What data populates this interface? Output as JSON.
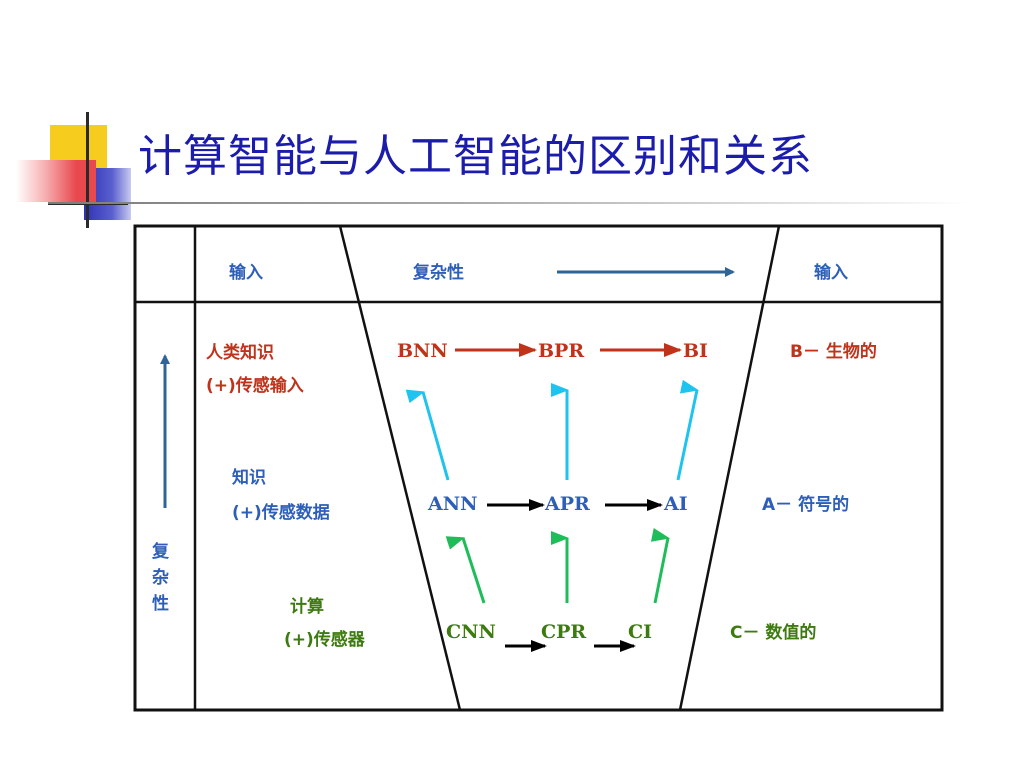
{
  "slide": {
    "title": "计算智能与人工智能的区别和关系"
  },
  "colors": {
    "title": "#1c1cac",
    "frame": "#111111",
    "header_arrow": "#2e6496",
    "bio": "#c0321a",
    "symbolic": "#2e5fb8",
    "numeric": "#3d7b10",
    "cyan_arrow": "#1ec3ef",
    "green_arrow": "#1fbd5a",
    "deco_yellow": "#f6cc1f",
    "deco_blue": "#2e32b4",
    "deco_red": "#e8494f"
  },
  "header": {
    "input_left": "输入",
    "complexity": "复杂性",
    "input_right": "输入"
  },
  "side_axis": {
    "label": "复杂性"
  },
  "rows": {
    "bio": {
      "input_line1": "人类知识",
      "input_line2": "(+)传感输入",
      "nodes": [
        "BNN",
        "BPR",
        "BI"
      ],
      "type_label": "B－ 生物的"
    },
    "symbolic": {
      "input_line1": "知识",
      "input_line2": "(+)传感数据",
      "nodes": [
        "ANN",
        "APR",
        "AI"
      ],
      "type_label": "A－ 符号的"
    },
    "numeric": {
      "input_line1": "计算",
      "input_line2": "(+)传感器",
      "nodes": [
        "CNN",
        "CPR",
        "CI"
      ],
      "type_label": "C－ 数值的"
    }
  }
}
